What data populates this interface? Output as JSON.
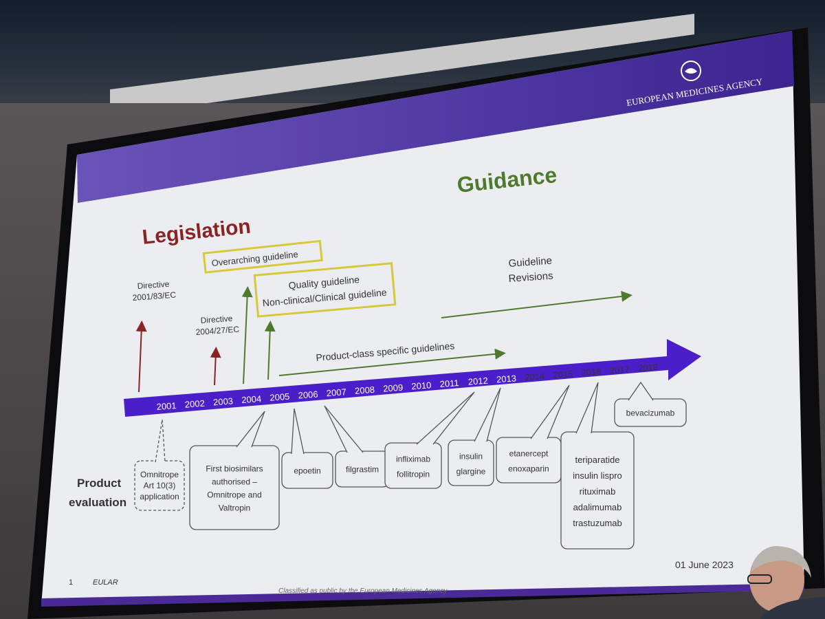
{
  "slide": {
    "agency_name": "EUROPEAN MEDICINES AGENCY",
    "title_guidance": "Guidance",
    "title_legislation": "Legislation",
    "overarching_box": "Overarching guideline",
    "quality_box_line1": "Quality guideline",
    "quality_box_line2": "Non-clinical/Clinical guideline",
    "directive_2001_line1": "Directive",
    "directive_2001_line2": "2001/83/EC",
    "directive_2004_line1": "Directive",
    "directive_2004_line2": "2004/27/EC",
    "revisions_line1": "Guideline",
    "revisions_line2": "Revisions",
    "product_class_label": "Product-class specific guidelines",
    "years": [
      "2001",
      "2002",
      "2003",
      "2004",
      "2005",
      "2006",
      "2007",
      "2008",
      "2009",
      "2010",
      "2011",
      "2012",
      "2013",
      "2014",
      "2015",
      "2016",
      "2017",
      "2018"
    ],
    "product_eval_line1": "Product",
    "product_eval_line2": "evaluation",
    "callouts": {
      "omnitrope_art": [
        "Omnitrope",
        "Art 10(3)",
        "application"
      ],
      "first_biosimilars": [
        "First biosimilars",
        "authorised –",
        "Omnitrope and",
        "Valtropin"
      ],
      "epoetin": [
        "epoetin"
      ],
      "filgrastim": [
        "filgrastim"
      ],
      "infliximab": [
        "infliximab",
        "follitropin"
      ],
      "insulin": [
        "insulin",
        "glargine"
      ],
      "etanercept": [
        "etanercept",
        "enoxaparin"
      ],
      "teriparatide": [
        "teriparatide",
        "insulin lispro",
        "rituximab",
        "adalimumab",
        "trastuzumab"
      ],
      "bevacizumab": [
        "bevacizumab"
      ]
    },
    "date": "01 June 2023",
    "page_number": "1",
    "footer_label": "EULAR",
    "classification": "Classified as public by the European Medicines Agency"
  },
  "colors": {
    "slide_bg": "#ecedf0",
    "header_purple": "#4a2a96",
    "timeline_purple": "#4a1fc9",
    "legislation_red": "#8a2324",
    "guidance_green": "#4f7a2e",
    "box_yellow": "#d8c93a",
    "text_dark": "#333333"
  }
}
